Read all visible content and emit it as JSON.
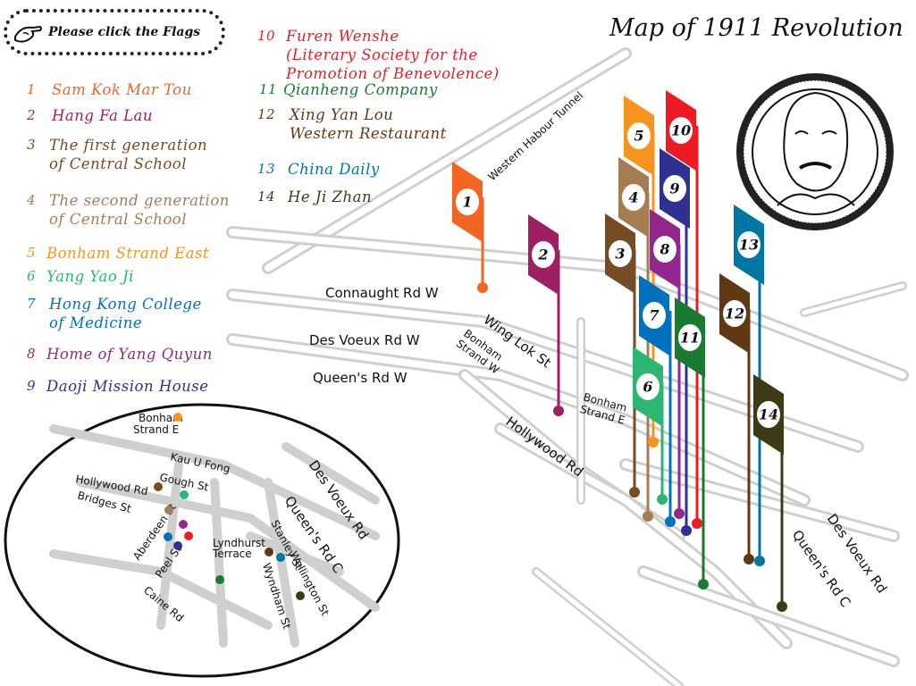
{
  "title": "Map of 1911 Revolution",
  "hint": {
    "label": "Please click the Flags"
  },
  "legend": [
    {
      "num": "1",
      "name": "Sam Kok Mar Tou",
      "color": "#f26522"
    },
    {
      "num": "2",
      "name": "Hang Fa Lau",
      "color": "#9e1f63"
    },
    {
      "num": "3",
      "name": "The first generation\nof Central School",
      "color": "#754c24"
    },
    {
      "num": "4",
      "name": "The second generation\nof Central School",
      "color": "#a67c52"
    },
    {
      "num": "5",
      "name": "Bonham Strand East",
      "color": "#f7941d"
    },
    {
      "num": "6",
      "name": "Yang Yao Ji",
      "color": "#2bb673"
    },
    {
      "num": "7",
      "name": "Hong Kong College\nof Medicine",
      "color": "#0072bc"
    },
    {
      "num": "8",
      "name": "Home of Yang Quyun",
      "color": "#92278f"
    },
    {
      "num": "9",
      "name": "Daoji Mission House",
      "color": "#2e3192"
    },
    {
      "num": "10",
      "name": "Furen Wenshe\n(Literary Society for the\nPromotion of Benevolence)",
      "color": "#ed1c24"
    },
    {
      "num": "11",
      "name": "Qianheng Company",
      "color": "#197b30"
    },
    {
      "num": "12",
      "name": "Xing Yan Lou\nWestern Restaurant",
      "color": "#603913"
    },
    {
      "num": "13",
      "name": "China Daily",
      "color": "#0076a3"
    },
    {
      "num": "14",
      "name": "He Ji Zhan",
      "color": "#3d3a14"
    }
  ],
  "streets": {
    "western_harbour_tunnel": "Western Habour Tunnel",
    "connaught": "Connaught Rd W",
    "des_voeux_w": "Des Voeux Rd W",
    "queens_w": "Queen's Rd W",
    "wing_lok": "Wing Lok St",
    "bonham_strand_w": "Bonham\nStrand W",
    "bonham_strand_e": "Bonham\nStrand E",
    "hollywood": "Hollywood Rd",
    "des_voeux_c": "Des Voeux Rd",
    "queens_c": "Queen's Rd C"
  },
  "inset": {
    "bonham_strand_e": "Bonham\nStrand E",
    "kau_u_fong": "Kau U Fong",
    "gough": "Gough St",
    "hollywood": "Hollywood Rd",
    "bridges": "Bridges St",
    "aberdeen": "Aberdeen St",
    "peel": "Peel St",
    "lyndhurst": "Lyndhurst\nTerrace",
    "stanley": "Stanley St",
    "wellington": "Wellington St",
    "wyndham": "Wyndham St",
    "caine": "Caine Rd",
    "des_voeux": "Des Voeux Rd",
    "queens_c": "Queen's Rd C"
  }
}
